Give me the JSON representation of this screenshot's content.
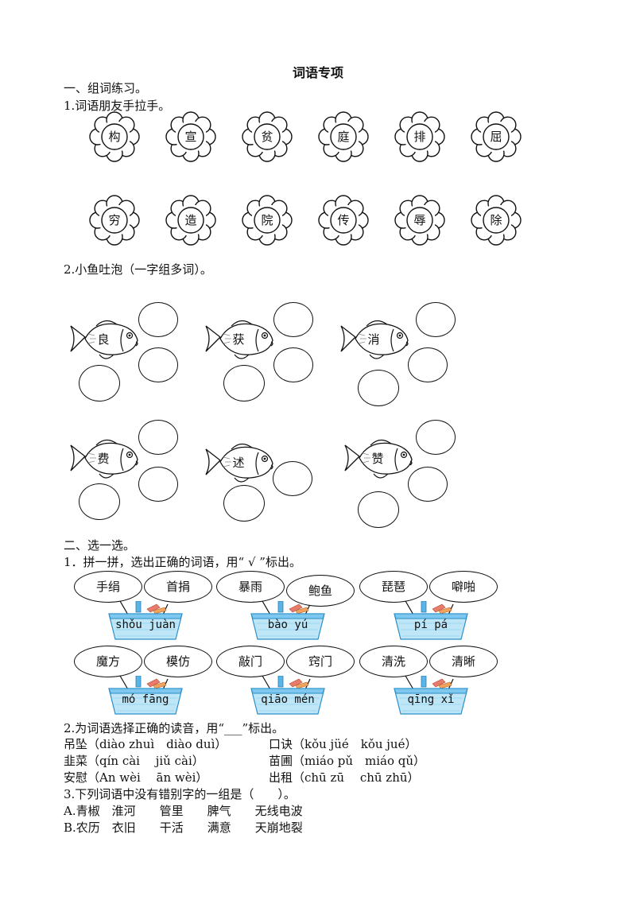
{
  "title": "词语专项",
  "section1": {
    "heading": "一、组词练习。",
    "q1_label": "1.词语朋友手拉手。",
    "flowers_row1": [
      "构",
      "宣",
      "贫",
      "庭",
      "排",
      "屈"
    ],
    "flowers_row2": [
      "穷",
      "造",
      "院",
      "传",
      "辱",
      "除"
    ],
    "q2_label": "2.小鱼吐泡（一字组多词）。",
    "fish_row1": [
      "良",
      "获",
      "消"
    ],
    "fish_row2": [
      "费",
      "述",
      "赞"
    ]
  },
  "section2": {
    "heading": "二、选一选。",
    "q1_label": "1．拼一拼，选出正确的词语，用“ √ ”标出。",
    "baskets": [
      {
        "pinyin": "shǒu juàn",
        "left": "手绢",
        "right": "首捐"
      },
      {
        "pinyin": "bào yú",
        "left": "暴雨",
        "right": "鲍鱼"
      },
      {
        "pinyin": "pí pá",
        "left": "琵琶",
        "right": "噼啪"
      },
      {
        "pinyin": "mó fāng",
        "left": "魔方",
        "right": "模仿"
      },
      {
        "pinyin": "qiāo mén",
        "left": "敲门",
        "right": "窍门"
      },
      {
        "pinyin": "qīng xǐ",
        "left": "清洗",
        "right": "清晰"
      }
    ],
    "q2_label": "2.为词语选择正确的读音，用“___”标出。",
    "q2_lines": [
      {
        "a": "吊坠（diào zhuì　diào duì）",
        "b": "口诀（kǒu jüé　kǒu jué）"
      },
      {
        "a": "韭菜（qín cài　 jiǔ cài）",
        "b": "苗圃（miáo pǔ　miáo qǔ）"
      },
      {
        "a": "安慰（An wèi　 ān wèi）",
        "b": "出租（chū zū　 chū zhū）"
      }
    ],
    "q3_label": "3.下列词语中没有错别字的一组是（　　）。",
    "q3_options": [
      "A.青椒　淮河　　管里　　脾气　　无线电波",
      "B.农历　衣旧　　干活　　满意　　天崩地裂"
    ]
  }
}
